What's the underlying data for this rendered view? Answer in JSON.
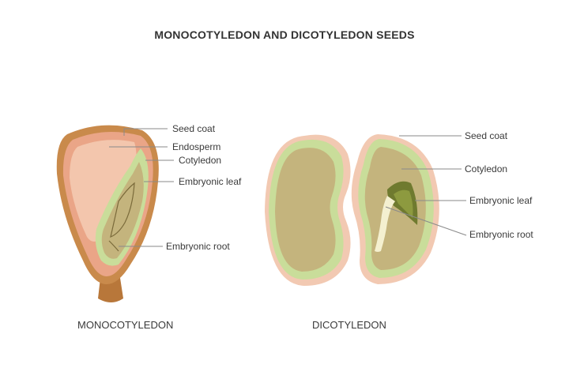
{
  "title": "MONOCOTYLEDON AND DICOTYLEDON SEEDS",
  "monocot": {
    "caption": "MONOCOTYLEDON",
    "labels": {
      "seed_coat": "Seed coat",
      "endosperm": "Endosperm",
      "cotyledon": "Cotyledon",
      "embryonic_leaf": "Embryonic leaf",
      "embryonic_root": "Embryonic root"
    }
  },
  "dicot": {
    "caption": "DICOTYLEDON",
    "labels": {
      "seed_coat": "Seed coat",
      "cotyledon": "Cotyledon",
      "embryonic_leaf": "Embryonic leaf",
      "embryonic_root": "Embryonic root"
    }
  },
  "colors": {
    "seed_coat_outer": "#c98a4b",
    "seed_coat_inner": "#e8a483",
    "endosperm": "#f3c6ad",
    "cotyledon_green": "#c9dd9a",
    "cotyledon_fill": "#c4b47d",
    "embryo_dark": "#6f7a2f",
    "leader_line": "#8a8a8a"
  }
}
